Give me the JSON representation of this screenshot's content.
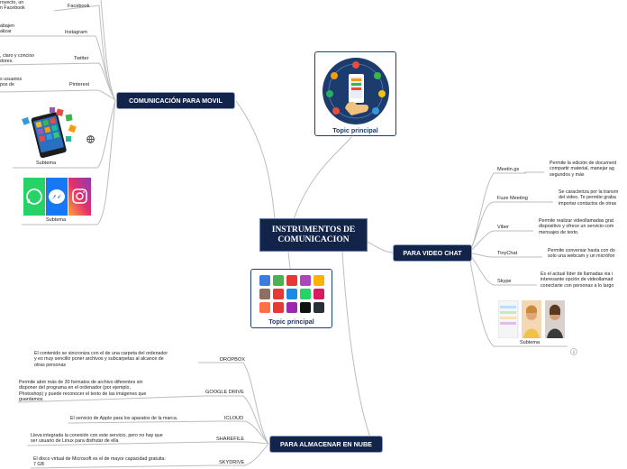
{
  "central": "INSTRUMENTOS DE COMUNICACION",
  "branches": {
    "movil": "COMUNICACIÓN PARA MOVIL",
    "video": "PARA VIDEO CHAT",
    "nube": "PARA ALMACENAR EN NUBE"
  },
  "movil_items": [
    {
      "name": "Facebook",
      "text": "royecto, un\nn Facebook"
    },
    {
      "name": "Instagram",
      "text": "abajen\nalizar"
    },
    {
      "name": "Twitter",
      "text": ", claro y conciso\ndores."
    },
    {
      "name": "Pinterest",
      "text": "s usuarios\npos de"
    }
  ],
  "subtema_label": "Subtema",
  "topic_label": "Topic principal",
  "video_items": [
    {
      "name": "Meetin.gs",
      "text": "Permite la edición de document\ncompartir material, manejar ag\nsegundos y más"
    },
    {
      "name": "Fuze Meeting",
      "text": "Se caracteriza por la transm\ndel video. Te permite graba\nimportar contactos de otras"
    },
    {
      "name": "Viber",
      "text": "Permite realizar videollamadas grat\ndispositivo y ofrece un servicio com\nmensajes de texto."
    },
    {
      "name": "TinyChat",
      "text": "Permite conversar hasta con do\nsolo una webcam y un micrófon"
    },
    {
      "name": "Skype",
      "text": "Es el actual líder de llamadas via i\ninteresante opción de videollamad\nconectarte con personas a lo largo"
    }
  ],
  "nube_items": [
    {
      "name": "DROPBOX",
      "text": "El contenido se sincroniza con el de una carpeta del ordenador\ny es muy sencillo poner archivos y subcarpetas al alcance de\notras personas"
    },
    {
      "name": "GOOGLE DRIVE",
      "text": "Permite abrir más de 30 formatos de archivo diferentes sin\ndisponer del programa en el ordenador (por ejemplo,\nPhotoshop) y puede reconocer el texto de las imágenes que\nguardamos"
    },
    {
      "name": "ICLOUD",
      "text": "El servicio de Apple para los aparatos de la marca."
    },
    {
      "name": "SHAREFILE",
      "text": "Lleva integrada la conexión con este servicio, pero no hay que\nser usuario de Linux para disfrutar de ella"
    },
    {
      "name": "SKYDRIVE",
      "text": "El disco virtual de Microsoft es el de mayor capacidad gratuita:\n7 GB"
    }
  ],
  "colors": {
    "node_bg": "#12244a",
    "line": "#bcbcbc",
    "topic_border": "#1f3f74"
  }
}
